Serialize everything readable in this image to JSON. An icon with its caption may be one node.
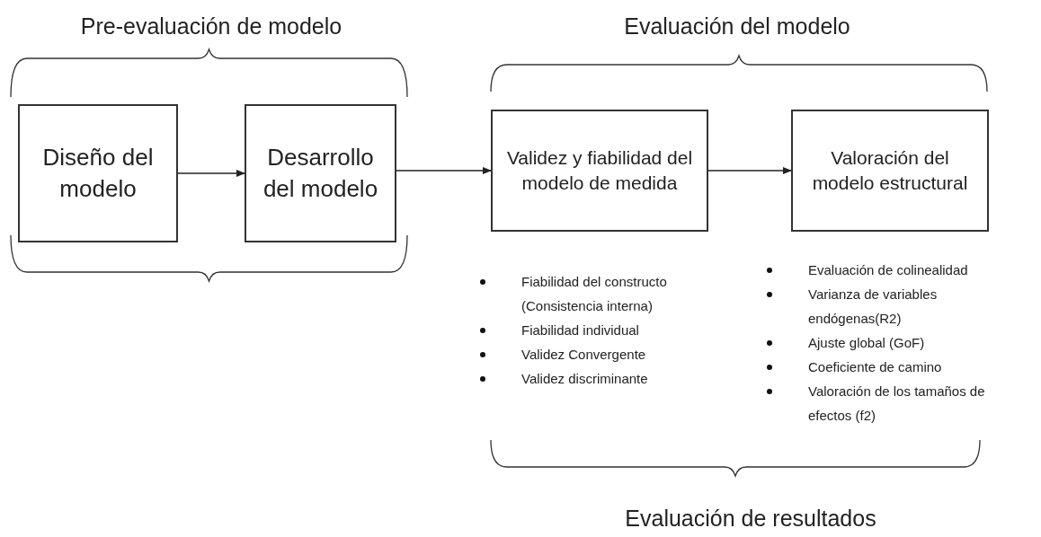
{
  "diagram": {
    "nodes": [
      {
        "text": [
          "Diseño del modelo"
        ]
      },
      {
        "text": [
          "Desarrollo del modelo"
        ]
      },
      {
        "text": [
          "Validez y fiabilidad del modelo de medida"
        ]
      },
      {
        "text": [
          "Valoración del modelo estructural"
        ]
      }
    ],
    "edges": [
      {
        "from": 0,
        "to": 1,
        "arrow": "to"
      },
      {
        "from": 1,
        "to": 2,
        "arrow": "to"
      },
      {
        "from": 2,
        "to": 3,
        "arrow": "to"
      }
    ],
    "labels": [
      "Pre-evaluación de modelo",
      "Evaluación del modelo",
      "Fiabilidad del constructo (Consistencia interna)",
      "Fiabilidad individual",
      "Validez Convergente",
      "Validez discriminante",
      "Evaluación de colinealidad",
      "Varianza de variables endógenas(R2)",
      "Ajuste global (GoF)",
      "Coeficiente de camino",
      "Valoración de los tamaños de efectos (f2)",
      "Evaluación de resultados"
    ]
  }
}
